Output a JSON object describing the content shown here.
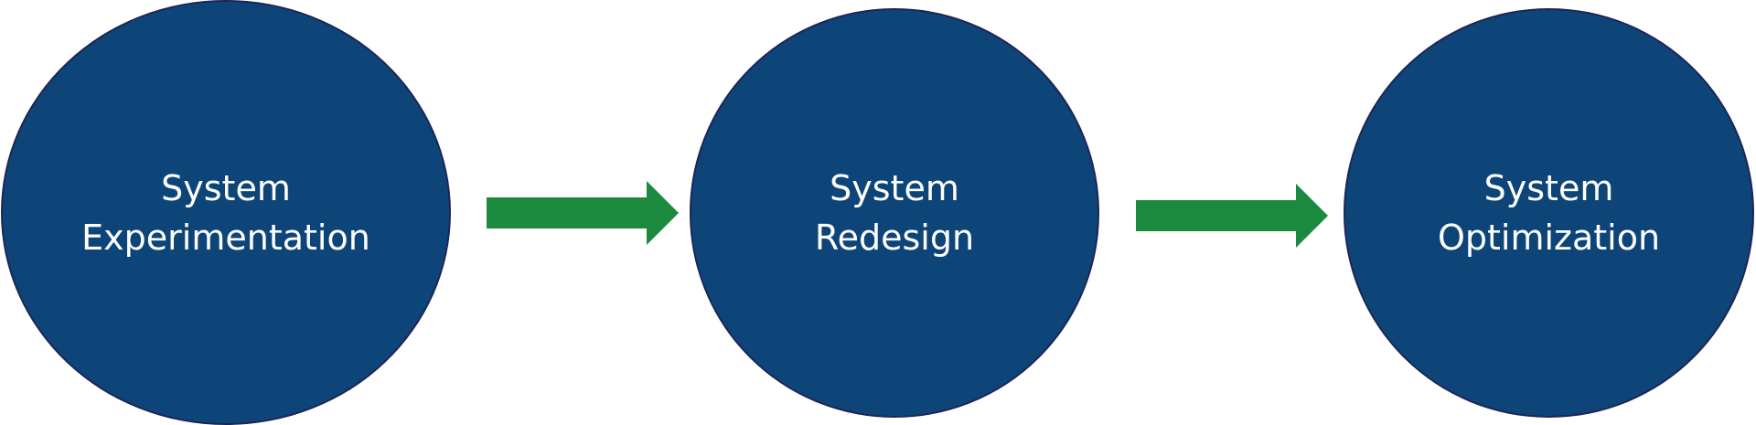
{
  "colors": {
    "node_fill": "#0e4579",
    "node_border": "#1c2557",
    "arrow_fill": "#1b8a3f",
    "label_text": "#ffffff"
  },
  "nodes": [
    {
      "line1": "System",
      "line2": "Experimentation"
    },
    {
      "line1": "System",
      "line2": "Redesign"
    },
    {
      "line1": "System",
      "line2": "Optimization"
    }
  ],
  "arrows": [
    {
      "icon": "right-arrow-icon"
    },
    {
      "icon": "right-arrow-icon"
    }
  ]
}
